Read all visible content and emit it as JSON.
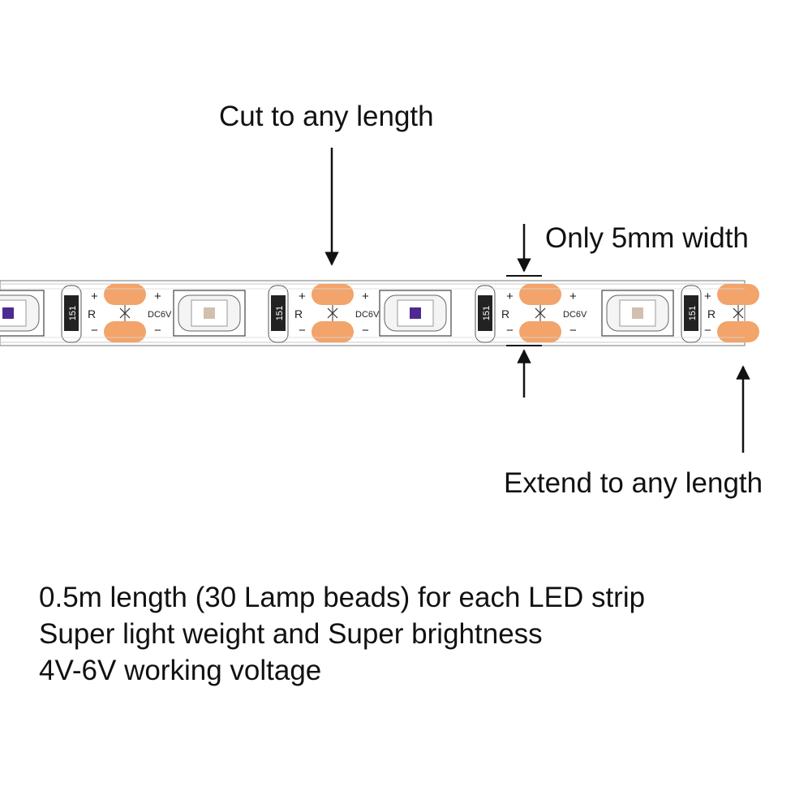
{
  "callouts": {
    "cut": "Cut to any length",
    "width": "Only 5mm width",
    "extend": "Extend to any length"
  },
  "strip": {
    "resistor_code": "151",
    "resistor_letter": "R",
    "voltage_label": "DC6V",
    "plus": "+",
    "minus": "−",
    "colors": {
      "strip": "#ffffff",
      "pad": "#f2a46b",
      "chip_purple": "#4d2a91",
      "chip_light": "#d2bfae"
    }
  },
  "specs": [
    "0.5m length (30 Lamp beads) for each LED strip",
    "Super light weight and Super brightness",
    "4V-6V working voltage"
  ]
}
